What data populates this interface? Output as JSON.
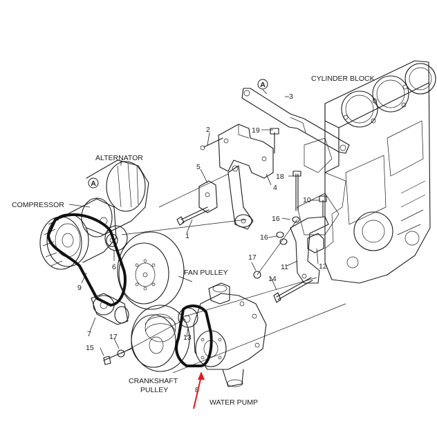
{
  "labels": {
    "cylinder_block": "CYLINDER BLOCK",
    "alternator": "ALTERNATOR",
    "compressor": "COMPRESSOR",
    "fan_pulley": "FAN PULLEY",
    "crankshaft_pulley_line1": "CRANKSHAFT",
    "crankshaft_pulley_line2": "PULLEY",
    "water_pump": "WATER PUMP"
  },
  "callouts": {
    "n1": "1",
    "n2": "2",
    "n3": "3",
    "n4": "4",
    "n5": "5",
    "n6": "6",
    "n7": "7",
    "n8": "8",
    "n9": "9",
    "n10": "10",
    "n11": "11",
    "n12": "12",
    "n13": "13",
    "n14": "14",
    "n15": "15",
    "n16a": "16",
    "n16b": "16",
    "n17a": "17",
    "n17b": "17",
    "n18": "18",
    "n19": "19"
  },
  "markers": {
    "a_top": "A",
    "a_alt": "A"
  },
  "colors": {
    "arrow": "#e0191f",
    "line": "#1a1a1a"
  }
}
